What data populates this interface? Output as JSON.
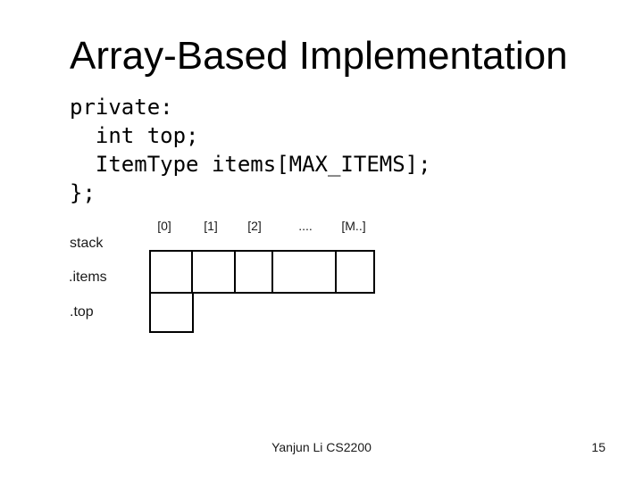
{
  "slide": {
    "title": "Array-Based Implementation",
    "code_lines": [
      "private:",
      "  int top;",
      "  ItemType items[MAX_ITEMS];",
      "};"
    ],
    "diagram": {
      "object_label": "stack",
      "items_field_label": ".items",
      "top_field_label": ".top",
      "index_labels": [
        "[0]",
        "[1]",
        "[2]",
        "....",
        "[M..]"
      ],
      "array_cell_count": 5
    },
    "footer": {
      "author": "Yanjun Li CS2200",
      "page_number": "15"
    }
  },
  "colors": {
    "background": "#ffffff",
    "text": "#000000",
    "secondary_text": "#1a1a1a",
    "box_border": "#000000"
  }
}
